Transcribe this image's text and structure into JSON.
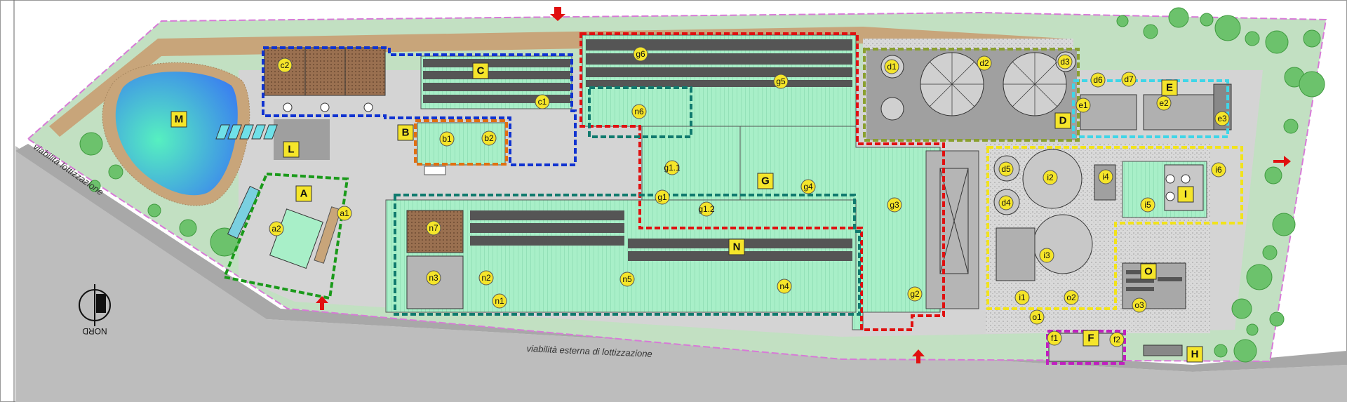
{
  "roads": {
    "external": "viabilità   esterna  di  lottizzazione",
    "internal": "viabilità  lottizzazione"
  },
  "north": "NORD",
  "colors": {
    "grass": "#c2e0c2",
    "soil": "#c8a57a",
    "paving": "#cfcfcf",
    "roof": "#a8efc8",
    "sheet": "#5a5a5a",
    "water": "#4aa3e8",
    "marker": "#f5e52a",
    "red_zone": "#e01010",
    "blue_zone": "#1033d0",
    "green_zone": "#1a9a1a",
    "teal_zone": "#107a6e",
    "yellow_zone": "#f2e31a",
    "cyan_zone": "#3fd6e8",
    "magenta_zone": "#c020c0",
    "orange_zone": "#e07010",
    "olive_zone": "#8aa030",
    "boundary": "#d77ad7",
    "arrow": "#e01010"
  },
  "zones": {
    "A": "A",
    "B": "B",
    "C": "C",
    "D": "D",
    "E": "E",
    "F": "F",
    "G": "G",
    "H": "H",
    "I": "I",
    "L": "L",
    "M": "M",
    "N": "N",
    "O": "O"
  },
  "markers": {
    "a1": "a1",
    "a2": "a2",
    "b1": "b1",
    "b2": "b2",
    "c1": "c1",
    "c2": "c2",
    "d1": "d1",
    "d2": "d2",
    "d3": "d3",
    "d4": "d4",
    "d5": "d5",
    "d6": "d6",
    "d7": "d7",
    "e1": "e1",
    "e2": "e2",
    "e3": "e3",
    "f1": "f1",
    "f2": "f2",
    "g1": "g1",
    "g11": "g1.1",
    "g12": "g1.2",
    "g2": "g2",
    "g3": "g3",
    "g4": "g4",
    "g5": "g5",
    "g6": "g6",
    "i1": "i1",
    "i2": "i2",
    "i3": "i3",
    "i4": "i4",
    "i5": "i5",
    "i6": "i6",
    "n1": "n1",
    "n2": "n2",
    "n3": "n3",
    "n4": "n4",
    "n5": "n5",
    "n6": "n6",
    "n7": "n7",
    "o1": "o1",
    "o2": "o2",
    "o3": "o3"
  }
}
